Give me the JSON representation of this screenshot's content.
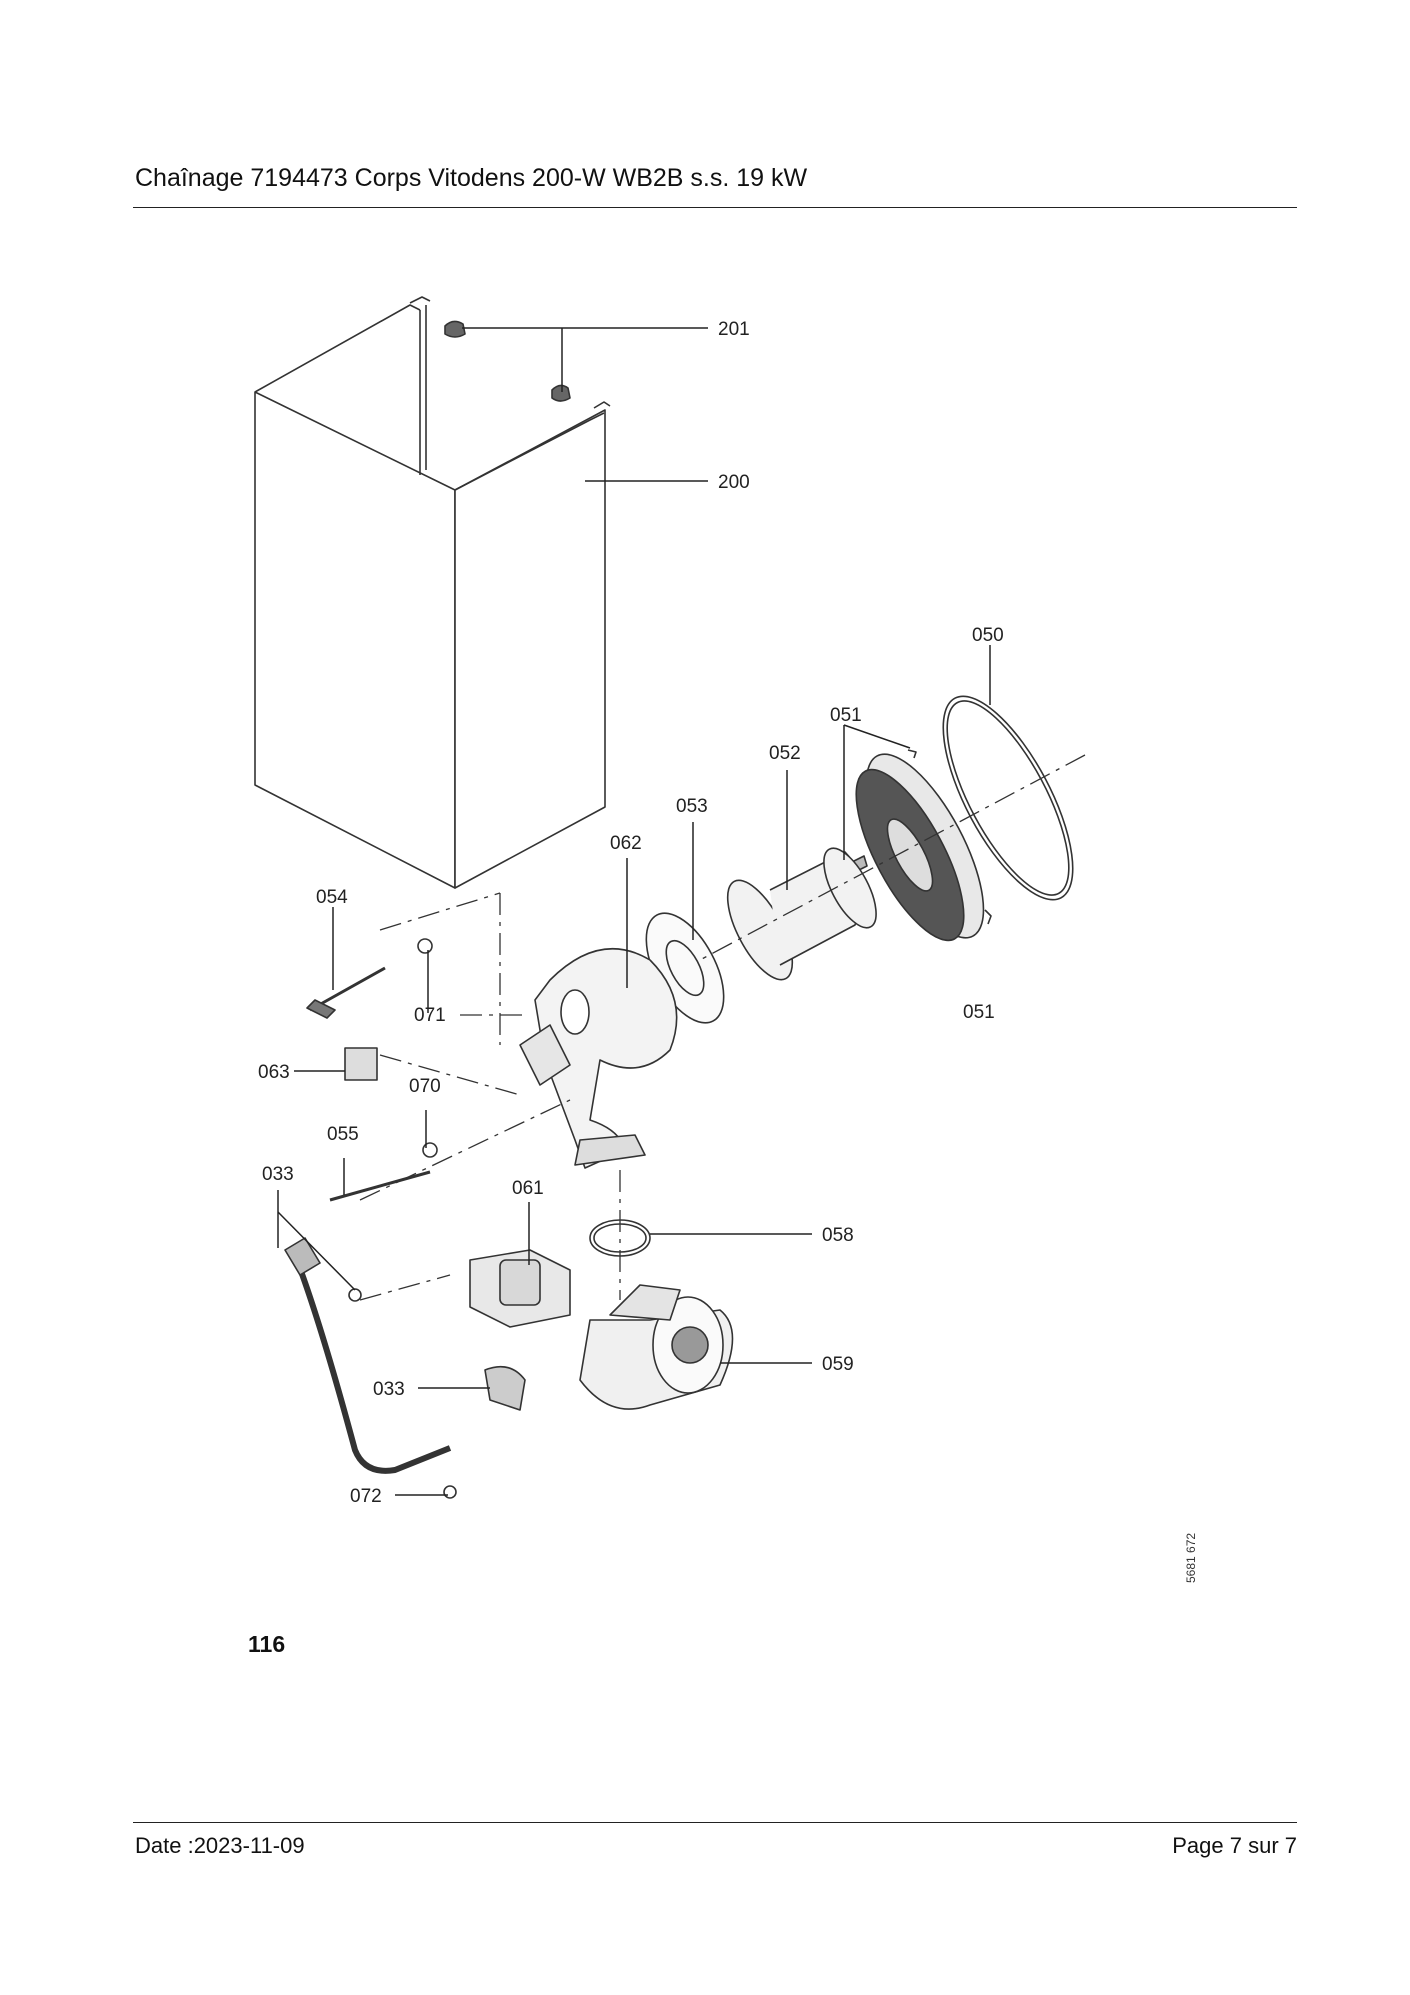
{
  "header": {
    "title": "Chaînage 7194473 Corps Vitodens 200-W WB2B s.s. 19 kW"
  },
  "figure": {
    "number": "116",
    "drawing_code": "5681 672",
    "callouts": [
      "201",
      "200",
      "050",
      "051",
      "052",
      "053",
      "062",
      "054",
      "071",
      "051",
      "063",
      "070",
      "055",
      "033",
      "061",
      "058",
      "059",
      "033",
      "072"
    ]
  },
  "footer": {
    "date": "Date :2023-11-09",
    "page": "Page 7 sur  7"
  }
}
